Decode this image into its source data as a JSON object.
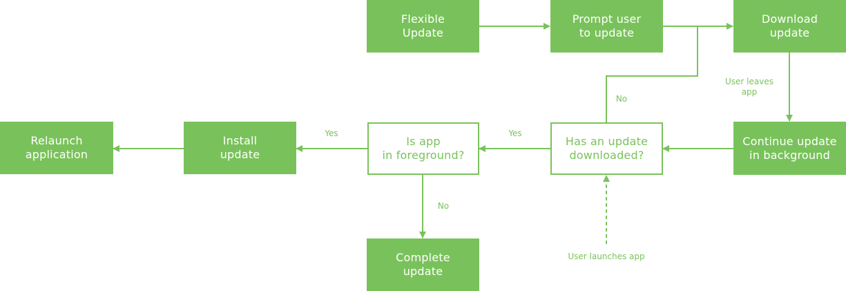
{
  "title": "Flexible update flow",
  "theme": {
    "accent": "#79c25b",
    "node_text": "#ffffff",
    "background": "#ffffff"
  },
  "nodes": {
    "flexible_update": "Flexible\nUpdate",
    "prompt_user": "Prompt user\nto update",
    "download_update": "Download\nupdate",
    "continue_background": "Continue update\nin background",
    "has_update_downloaded": "Has an update\ndownloaded?",
    "is_app_foreground": "Is app\nin foreground?",
    "install_update": "Install\nupdate",
    "relaunch_application": "Relaunch\napplication",
    "complete_update": "Complete\nupdate"
  },
  "edge_labels": {
    "user_leaves_app": "User leaves\napp",
    "no_downloaded": "No",
    "yes_downloaded": "Yes",
    "yes_foreground": "Yes",
    "no_foreground": "No",
    "user_launches_app": "User launches app"
  },
  "edges": [
    {
      "from": "flexible_update",
      "to": "prompt_user",
      "style": "solid"
    },
    {
      "from": "prompt_user",
      "to": "download_update",
      "style": "solid"
    },
    {
      "from": "download_update",
      "to": "continue_background",
      "style": "solid",
      "label": "User leaves app"
    },
    {
      "from": "continue_background",
      "to": "has_update_downloaded",
      "style": "solid"
    },
    {
      "from": "has_update_downloaded",
      "to": "download_update",
      "style": "solid",
      "label": "No"
    },
    {
      "from": "has_update_downloaded",
      "to": "is_app_foreground",
      "style": "solid",
      "label": "Yes"
    },
    {
      "from": "is_app_foreground",
      "to": "install_update",
      "style": "solid",
      "label": "Yes"
    },
    {
      "from": "is_app_foreground",
      "to": "complete_update",
      "style": "solid",
      "label": "No"
    },
    {
      "from": "install_update",
      "to": "relaunch_application",
      "style": "solid"
    },
    {
      "from": "user_launches_app",
      "to": "has_update_downloaded",
      "style": "dashed",
      "label": "User launches app"
    }
  ]
}
